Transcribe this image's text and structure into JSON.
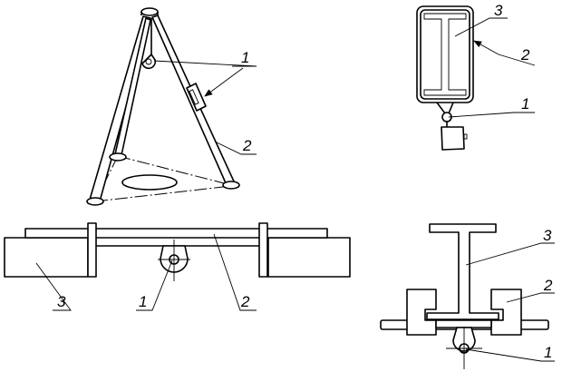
{
  "figures": {
    "tripod": {
      "labels": [
        "1",
        "2"
      ]
    },
    "beam_trolley_frame": {
      "labels": [
        "3",
        "2",
        "1"
      ]
    },
    "rail_beam_section": {
      "labels": [
        "3",
        "1",
        "2"
      ]
    },
    "ibeam_trolley_section": {
      "labels": [
        "3",
        "2",
        "1"
      ]
    }
  },
  "colors": {
    "ink": "#000000",
    "background": "#ffffff"
  }
}
